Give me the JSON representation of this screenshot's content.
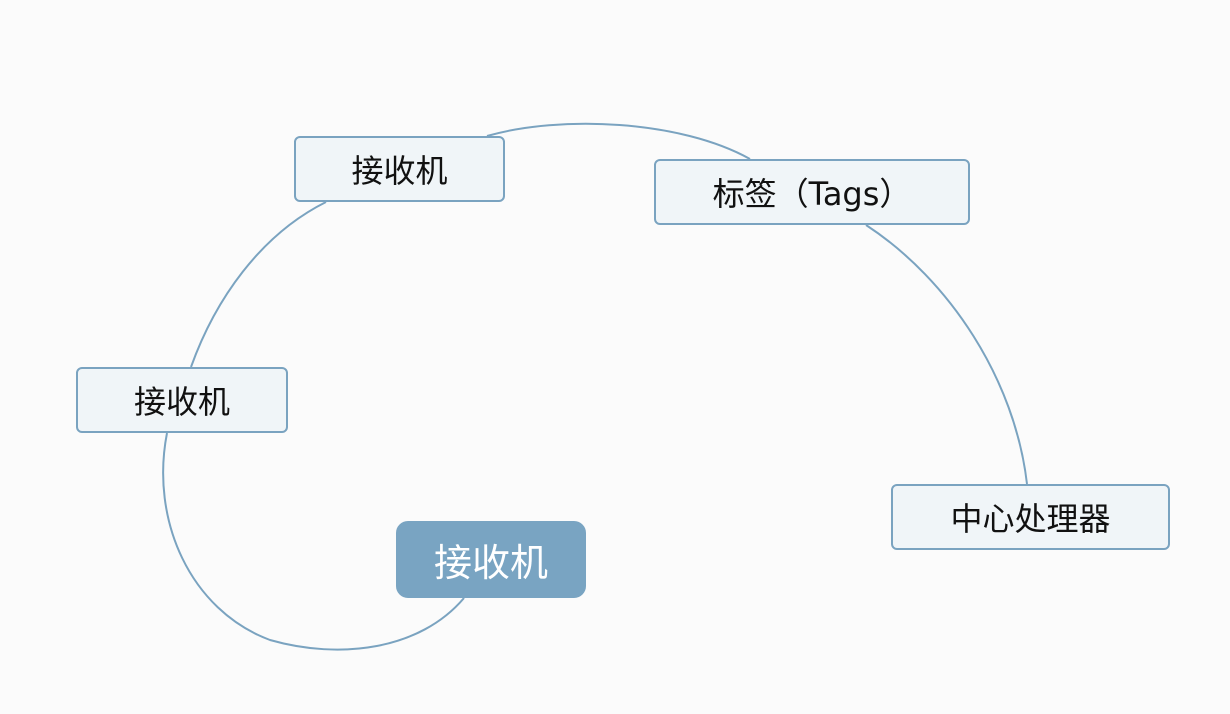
{
  "diagram": {
    "edge_color": "#7aa3c0",
    "nodes": [
      {
        "id": "receiver-root",
        "label": "接收机",
        "role": "root"
      },
      {
        "id": "receiver-left",
        "label": "接收机"
      },
      {
        "id": "receiver-top",
        "label": "接收机"
      },
      {
        "id": "tags",
        "label": "标签（Tags）"
      },
      {
        "id": "processor",
        "label": "中心处理器"
      }
    ],
    "edges": [
      {
        "from": "receiver-root",
        "to": "receiver-left"
      },
      {
        "from": "receiver-left",
        "to": "receiver-top"
      },
      {
        "from": "receiver-top",
        "to": "tags"
      },
      {
        "from": "tags",
        "to": "processor"
      }
    ]
  }
}
